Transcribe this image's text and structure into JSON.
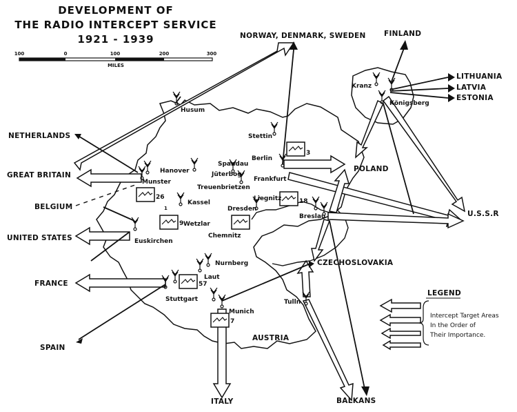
{
  "title": {
    "line1": "DEVELOPMENT OF",
    "line2": "THE RADIO INTERCEPT SERVICE",
    "line3": "1921 - 1939"
  },
  "scale": {
    "ticks": [
      "100",
      "0",
      "100",
      "200",
      "300"
    ],
    "unit": "MILES"
  },
  "targets": {
    "norway": "NORWAY, DENMARK, SWEDEN",
    "finland": "FINLAND",
    "lithuania": "LITHUANIA",
    "latvia": "LATVIA",
    "estonia": "ESTONIA",
    "netherlands": "NETHERLANDS",
    "great_britain": "GREAT BRITAIN",
    "belgium": "BELGIUM",
    "united_states": "UNITED STATES",
    "france": "FRANCE",
    "spain": "SPAIN",
    "poland": "POLAND",
    "ussr": "U.S.S.R",
    "czechoslovakia": "CZECHOSLOVAKIA",
    "austria": "AUSTRIA",
    "italy": "ITALY",
    "balkans": "BALKANS"
  },
  "cities": {
    "husum": "Husum",
    "stettin": "Stettin",
    "berlin": "Berlin",
    "spandau": "Spandau",
    "juterbog": "Jüterbog",
    "treuenbrietzen": "Treuenbrietzen",
    "frankfurt": "Frankfurt",
    "hanover": "Hanover",
    "munster": "Munster",
    "kassel": "Kassel",
    "liegnitz": "Liegnitz",
    "dresden": "Dresden",
    "chemnitz": "Chemnitz",
    "breslau": "Breslau",
    "wetzlar": "Wetzlar",
    "euskirchen": "Euskirchen",
    "nurnberg": "Nurnberg",
    "laut": "Laut",
    "stuttgart": "Stuttgart",
    "munich": "Munich",
    "tulln": "Tulln",
    "kranz": "Kranz",
    "konigsberg": "Königsberg"
  },
  "station_numbers": {
    "s3": "3",
    "s26": "26",
    "s18": "18",
    "s9": "9",
    "s57": "57",
    "s7": "7",
    "s1": "1"
  },
  "legend": {
    "heading": "LEGEND",
    "line1": "Intercept Target Areas",
    "line2": "In the Order of",
    "line3": "Their Importance."
  }
}
